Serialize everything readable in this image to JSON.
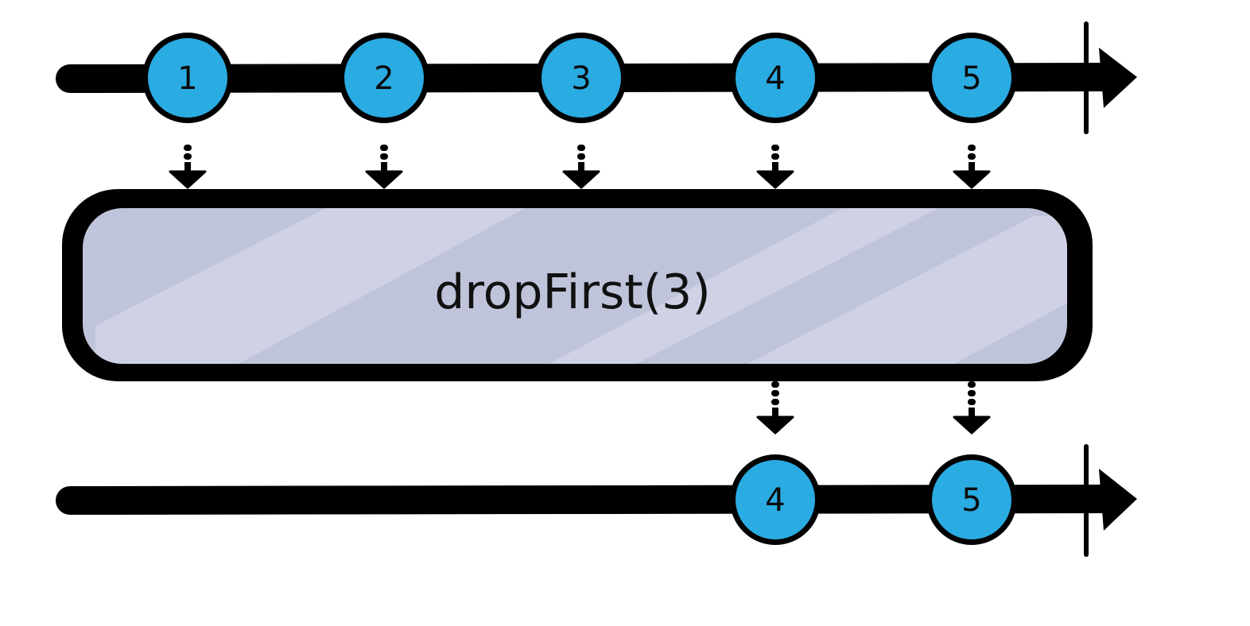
{
  "operator": {
    "label": "dropFirst(3)"
  },
  "input_stream": {
    "marbles": [
      {
        "label": "1"
      },
      {
        "label": "2"
      },
      {
        "label": "3"
      },
      {
        "label": "4"
      },
      {
        "label": "5"
      }
    ]
  },
  "output_stream": {
    "marbles": [
      {
        "label": "4",
        "source_index": 3
      },
      {
        "label": "5",
        "source_index": 4
      }
    ]
  },
  "colors": {
    "marble_fill": "#2aabe2",
    "line": "#000000",
    "operator_fill": "#bfc4da",
    "operator_stripe": "#d0d4e4",
    "background": "#ffffff"
  }
}
